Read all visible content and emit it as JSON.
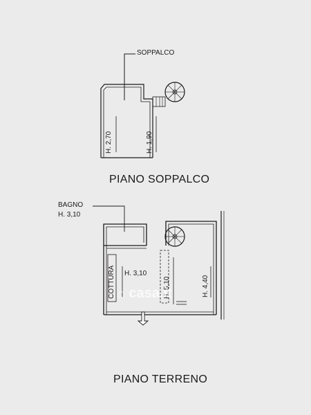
{
  "plans": {
    "mezzanine": {
      "title": "PIANO SOPPALCO",
      "room_label": "SOPPALCO",
      "height_left": "H. 2,70",
      "height_right": "H. 1,90"
    },
    "ground": {
      "title": "PIANO TERRENO",
      "bathroom_label": "BAGNO",
      "bathroom_height": "H. 3,10",
      "kitchen_label": "COTTURA",
      "main_height": "H. 3,10",
      "stair_height": "H. 5,10",
      "right_height": "H. 4,40"
    }
  },
  "watermark": {
    "text": "casa.it"
  },
  "colors": {
    "paper": "#ecebeb",
    "ink": "#1a1a1a"
  }
}
